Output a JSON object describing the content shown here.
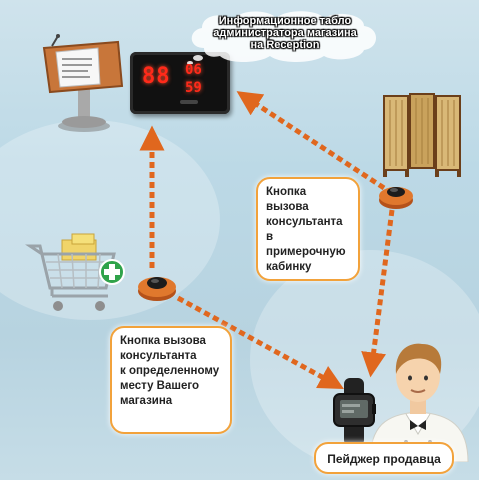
{
  "reception_board_caption": "Информационное табло\nадминистратора магазина\nна Reception",
  "display": {
    "main_digits": "88",
    "top_digits": "06",
    "bottom_digits": "59"
  },
  "fitting_room_caption": "Кнопка\nвызова\nконсультанта\nв примерочную\nкабинку",
  "store_place_caption": "Кнопка вызова\nконсультанта\nк определенному\nместу Вашего\nмагазина",
  "seller_pager_caption": "Пейджер продавца",
  "colors": {
    "arrow": "#e0671e",
    "bubble_border": "#f2a23b",
    "display_led": "#ff2a1a"
  },
  "icons": [
    "lectern-icon",
    "led-display-icon",
    "folding-screen-icon",
    "call-button-icon",
    "shopping-cart-icon",
    "plus-badge-icon",
    "salesman-icon",
    "pager-watch-icon"
  ]
}
